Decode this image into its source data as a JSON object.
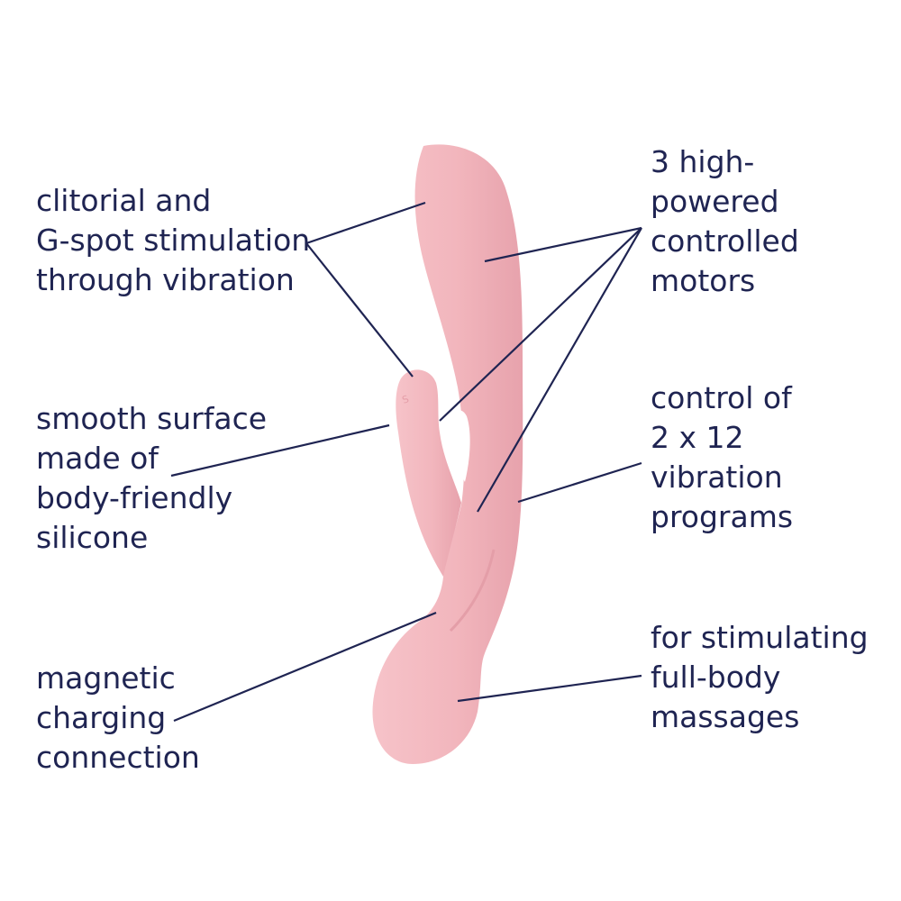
{
  "product": {
    "name": "pink-rabbit-vibrator",
    "body_color": "#f2b6bd",
    "shade_color": "#e49ea8"
  },
  "label_color": "#1f2452",
  "callouts": {
    "clitoral": "clitorial and\nG-spot stimulation\nthrough vibration",
    "silicone": "smooth surface\nmade of\nbody-friendly\nsilicone",
    "charging": "magnetic\ncharging\nconnection",
    "motors": "3 high-\npowered\ncontrolled\nmotors",
    "programs": "control of\n2 x 12\nvibration\nprograms",
    "massage": "for stimulating\nfull-body\nmassages"
  }
}
